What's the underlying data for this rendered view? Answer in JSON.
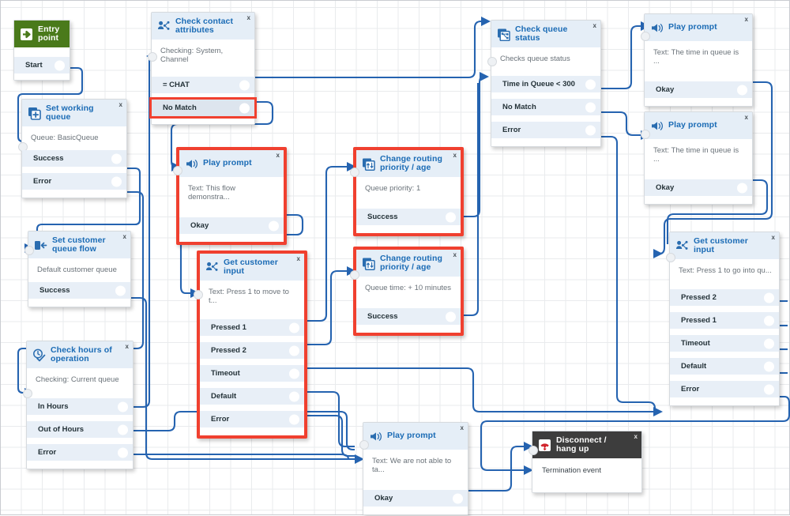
{
  "app": {
    "name": "contact-flow-designer",
    "canvas_title": "Contact flow designer canvas"
  },
  "colors": {
    "accent_blue": "#1a6bb5",
    "connector_blue": "#2563b0",
    "highlight_red": "#f0402f",
    "entry_green": "#4a7a1b",
    "disconnect_dark": "#3d3d3d",
    "port_bg": "#e8eff7",
    "header_bg": "#e5eef7",
    "grid_line": "#e9ebed"
  },
  "close_label": "x",
  "nodes": [
    {
      "id": "entry-point",
      "title": "Entry point",
      "icon": "arrow-right-icon",
      "style": "green",
      "desc": "",
      "highlighted": false,
      "ports": [
        "Start"
      ]
    },
    {
      "id": "set-working-queue",
      "title": "Set working queue",
      "icon": "queue-stack-icon",
      "style": "normal",
      "desc": "Queue: BasicQueue",
      "highlighted": false,
      "ports": [
        "Success",
        "Error"
      ]
    },
    {
      "id": "set-customer-queue-flow",
      "title": "Set customer queue flow",
      "icon": "customer-queue-flow-icon",
      "style": "normal",
      "desc": "Default customer queue",
      "highlighted": false,
      "ports": [
        "Success"
      ]
    },
    {
      "id": "check-hours-of-operation",
      "title": "Check hours of operation",
      "icon": "clock-check-icon",
      "style": "normal",
      "desc": "Checking: Current queue",
      "highlighted": false,
      "ports": [
        "In Hours",
        "Out of Hours",
        "Error"
      ]
    },
    {
      "id": "check-contact-attributes",
      "title": "Check contact attributes",
      "icon": "contact-attributes-icon",
      "style": "normal",
      "desc": "Checking: System, Channel",
      "highlighted": false,
      "ports": [
        "= CHAT",
        "No Match"
      ],
      "highlighted_port": "No Match"
    },
    {
      "id": "play-prompt-intro",
      "title": "Play prompt",
      "icon": "speaker-icon",
      "style": "normal",
      "desc": "Text: This flow demonstra...",
      "highlighted": true,
      "ports": [
        "Okay"
      ]
    },
    {
      "id": "get-customer-input-main",
      "title": "Get customer input",
      "icon": "contact-attributes-icon",
      "style": "normal",
      "desc": "Text: Press 1 to move to t...",
      "highlighted": true,
      "ports": [
        "Pressed 1",
        "Pressed 2",
        "Timeout",
        "Default",
        "Error"
      ]
    },
    {
      "id": "change-routing-priority",
      "title": "Change routing priority / age",
      "icon": "routing-priority-icon",
      "style": "normal",
      "desc": "Queue priority: 1",
      "highlighted": true,
      "ports": [
        "Success"
      ]
    },
    {
      "id": "change-routing-age",
      "title": "Change routing priority / age",
      "icon": "routing-priority-icon",
      "style": "normal",
      "desc": "Queue time: + 10 minutes",
      "highlighted": true,
      "ports": [
        "Success"
      ]
    },
    {
      "id": "check-queue-status",
      "title": "Check queue status",
      "icon": "queue-status-icon",
      "style": "normal",
      "desc": "Checks queue status",
      "highlighted": false,
      "ports": [
        "Time in Queue < 300",
        "No Match",
        "Error"
      ]
    },
    {
      "id": "play-prompt-queue-time-1",
      "title": "Play prompt",
      "icon": "speaker-icon",
      "style": "normal",
      "desc": "Text: The time in queue is ...",
      "highlighted": false,
      "ports": [
        "Okay"
      ]
    },
    {
      "id": "play-prompt-queue-time-2",
      "title": "Play prompt",
      "icon": "speaker-icon",
      "style": "normal",
      "desc": "Text: The time in queue is ...",
      "highlighted": false,
      "ports": [
        "Okay"
      ]
    },
    {
      "id": "get-customer-input-queue",
      "title": "Get customer input",
      "icon": "contact-attributes-icon",
      "style": "normal",
      "desc": "Text: Press 1 to go into qu...",
      "highlighted": false,
      "ports": [
        "Pressed 2",
        "Pressed 1",
        "Timeout",
        "Default",
        "Error"
      ]
    },
    {
      "id": "play-prompt-unable",
      "title": "Play prompt",
      "icon": "speaker-icon",
      "style": "normal",
      "desc": "Text: We are not able to ta...",
      "highlighted": false,
      "ports": [
        "Okay"
      ]
    },
    {
      "id": "disconnect-hang-up",
      "title": "Disconnect / hang up",
      "icon": "phone-hangup-icon",
      "style": "dark",
      "desc": "",
      "highlighted": false,
      "termination_text": "Termination event",
      "ports": []
    }
  ]
}
